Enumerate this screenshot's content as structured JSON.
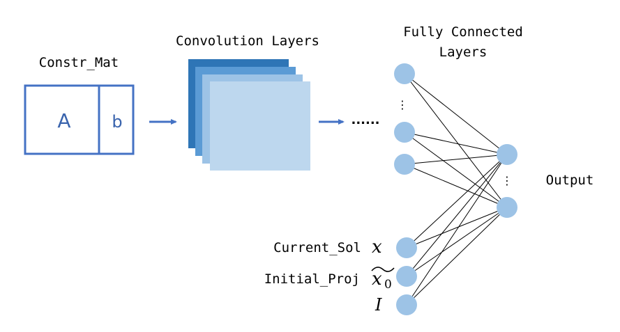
{
  "labels": {
    "constraint_matrix": "Constr_Mat",
    "matrix_a": "A",
    "vector_b": "b",
    "convolution": "Convolution Layers",
    "fully_connected_line1": "Fully Connected",
    "fully_connected_line2": "Layers",
    "output": "Output",
    "current_sol": "Current_Sol",
    "initial_proj": "Initial_Proj",
    "ellipsis_dots": "......",
    "vertical_dots": "⋮"
  },
  "math_symbols": {
    "x": "x",
    "x0_base": "x",
    "x0_sub": "0",
    "identity": "I"
  },
  "colors": {
    "box_border": "#4472c4",
    "arrow": "#4472c4",
    "layer_1": "#2e75b6",
    "layer_2": "#5b9bd5",
    "layer_3": "#9dc3e6",
    "layer_4": "#bdd7ee",
    "node_fill": "#9dc3e6",
    "edge": "#000000"
  }
}
